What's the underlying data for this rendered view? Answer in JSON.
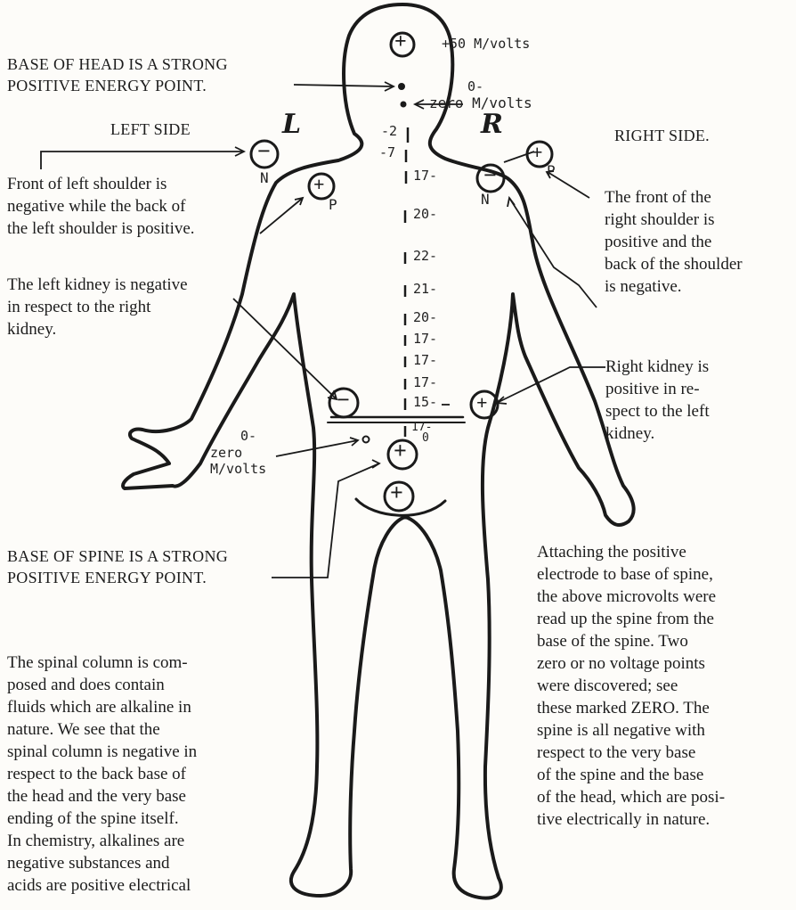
{
  "labels": {
    "base_head": [
      "BASE OF HEAD IS A STRONG",
      "POSITIVE ENERGY POINT."
    ],
    "left_side": "LEFT SIDE",
    "right_side": "RIGHT SIDE.",
    "letter_l": "L",
    "letter_r": "R",
    "left_shoulder": [
      "Front of left shoulder is",
      "negative while the back of",
      "the left shoulder is positive."
    ],
    "right_shoulder": [
      "The front of the",
      "right shoulder is",
      "positive and the",
      "back of the shoulder",
      "is negative."
    ],
    "left_kidney": [
      "The left kidney is negative",
      "in respect to the right",
      "kidney."
    ],
    "right_kidney": [
      "Right kidney is",
      "positive in re-",
      "spect to the left",
      "kidney."
    ],
    "base_spine": [
      "BASE OF SPINE IS A STRONG",
      "POSITIVE ENERGY POINT."
    ],
    "spinal_column": [
      "The spinal column is com-",
      "posed and does contain",
      "fluids which are alkaline in",
      "nature. We see that the",
      "spinal column is negative in",
      "respect to the back base of",
      "the head and the very base",
      "ending of the spine itself.",
      "In chemistry, alkalines are",
      "negative substances and",
      "acids are positive electrical"
    ],
    "electrode": [
      "Attaching the positive",
      "electrode to base of spine,",
      "the above microvolts were",
      "read up the spine from the",
      "base of the spine. Two",
      "zero or no voltage points",
      "were discovered; see",
      "these marked ZERO. The",
      "spine is all negative with",
      "respect to the very base",
      "of the spine and the base",
      "of the head, which are posi-",
      "tive electrically in nature."
    ]
  },
  "handwritten": {
    "head_voltage": "+50 M/volts",
    "zero_top": [
      "0-",
      "zero M/volts"
    ],
    "zero_bottom": [
      "0-",
      "zero",
      "M/volts"
    ],
    "spine_readings": [
      "-2",
      "-7",
      "17-",
      "20-",
      "22-",
      "21-",
      "20-",
      "17-",
      "17-",
      "17-",
      "15-",
      "17-"
    ],
    "spine_zero_mark": "0",
    "n": "N",
    "p": "P"
  },
  "symbols": {
    "plus": "+",
    "minus": "−"
  }
}
